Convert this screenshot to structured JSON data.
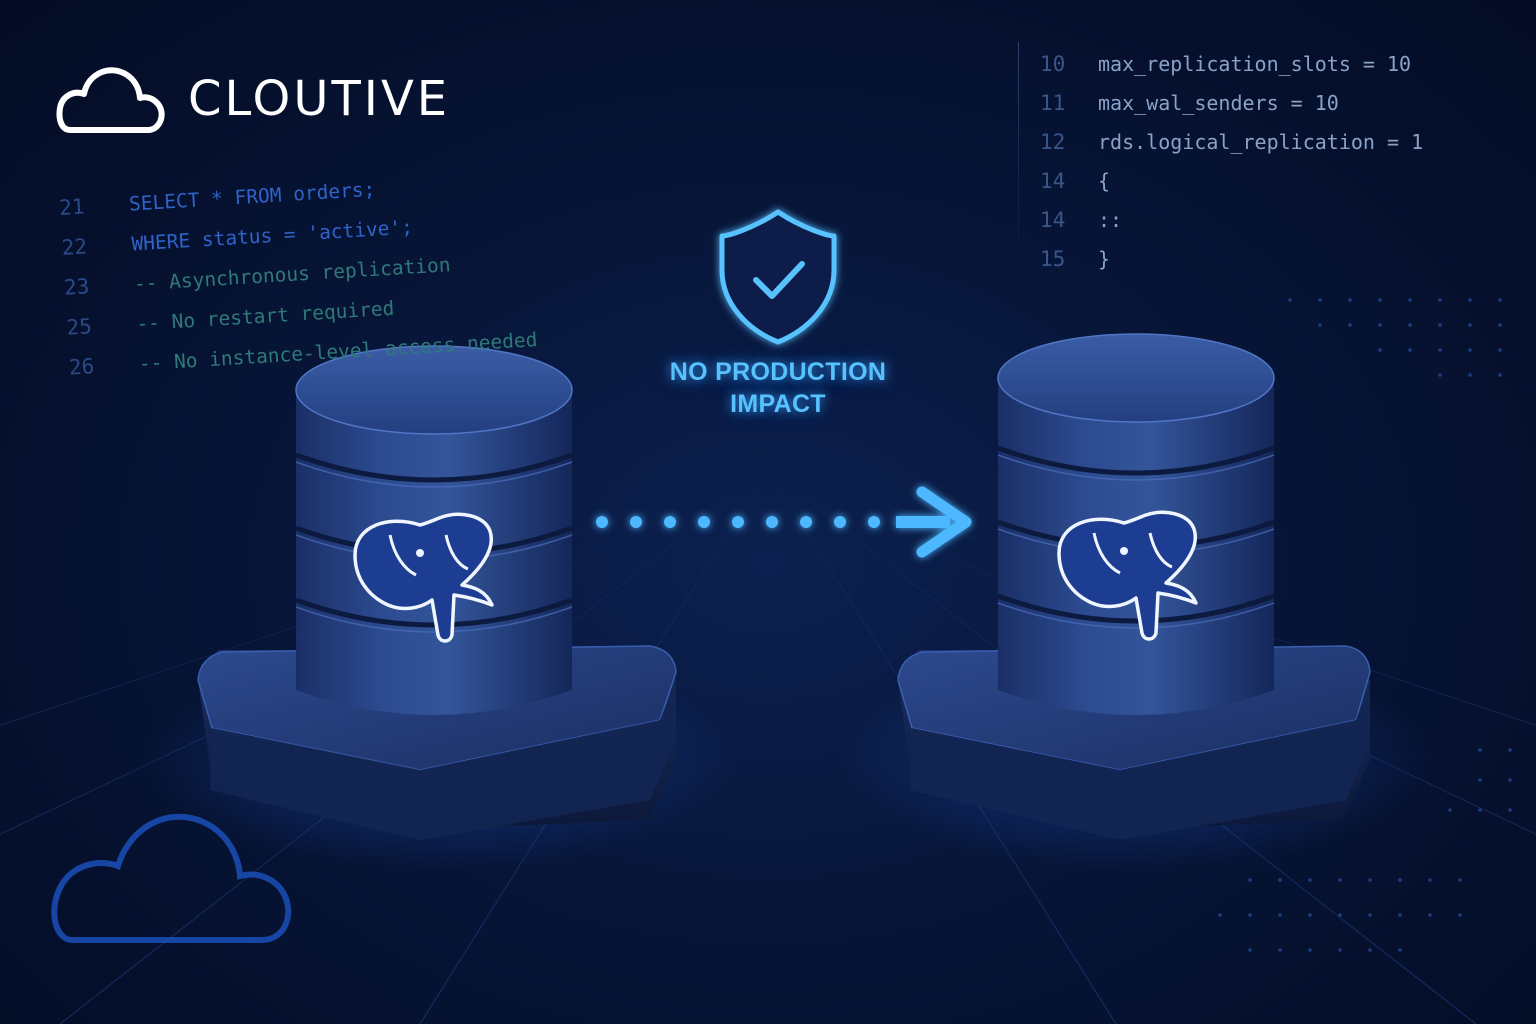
{
  "brand": {
    "name": "CLOUTIVE",
    "icon": "cloud-outline-icon"
  },
  "code_left": {
    "lines": [
      {
        "num": "21",
        "text": "SELECT * FROM orders;",
        "kind": "sql"
      },
      {
        "num": "22",
        "text": "WHERE status = 'active';",
        "kind": "sql"
      },
      {
        "num": "23",
        "text": "-- Asynchronous replication",
        "kind": "comment"
      },
      {
        "num": "25",
        "text": "-- No restart required",
        "kind": "comment"
      },
      {
        "num": "26",
        "text": "-- No instance-level access needed",
        "kind": "comment"
      }
    ]
  },
  "code_right": {
    "lines": [
      {
        "num": "10",
        "text": "max_replication_slots = 10"
      },
      {
        "num": "11",
        "text": "max_wal_senders = 10"
      },
      {
        "num": "12",
        "text": "rds.logical_replication = 1"
      },
      {
        "num": "14",
        "text": "{"
      },
      {
        "num": "14",
        "text": "::"
      },
      {
        "num": "15",
        "text": "}"
      }
    ]
  },
  "badge": {
    "icon": "shield-check-icon",
    "line1": "NO PRODUCTION",
    "line2": "IMPACT"
  },
  "databases": {
    "source_icon": "postgresql-elephant-icon",
    "target_icon": "postgresql-elephant-icon",
    "flow_icon": "dotted-arrow-right-icon"
  },
  "colors": {
    "background": "#061331",
    "accent_glow": "#4db8ff",
    "cylinder": "#2c4a8f",
    "brand_text": "#ffffff",
    "decor_cloud": "#1b4fb8"
  }
}
